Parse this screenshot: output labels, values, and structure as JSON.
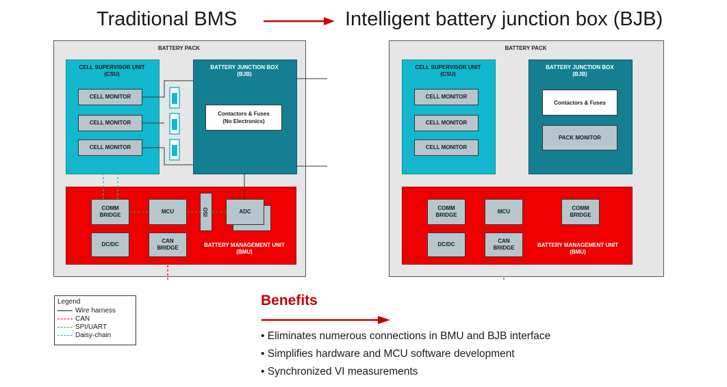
{
  "header": {
    "left_title": "Traditional BMS",
    "right_title": "Intelligent battery junction box (BJB)",
    "arrow_color": "#d00000"
  },
  "left_diagram": {
    "pack_label": "BATTERY PACK",
    "csu_title": "CELL SUPERVISOR UNIT\n(CSU)",
    "bjb_title": "BATTERY JUNCTION BOX\n(BJB)",
    "cell_monitors": [
      "CELL MONITOR",
      "CELL MONITOR",
      "CELL MONITOR"
    ],
    "bjb_box": "Contactors & Fuses\n(No Electronics)",
    "comm_bridge": "COMM\nBRIDGE",
    "mcu": "MCU",
    "iso": "ISO",
    "adc": "ADC",
    "dcdc": "DC/DC",
    "can_bridge": "CAN\nBRIDGE",
    "bmu_label": "BATTERY MANAGEMENT UNIT\n(BMU)"
  },
  "right_diagram": {
    "pack_label": "BATTERY PACK",
    "csu_title": "CELL SUPERVISOR UNIT\n(CSU)",
    "bjb_title": "BATTERY JUNCTION BOX\n(BJB)",
    "cell_monitors": [
      "CELL MONITOR",
      "CELL MONITOR",
      "CELL MONITOR"
    ],
    "contactors": "Contactors & Fuses",
    "pack_monitor": "PACK MONITOR",
    "comm_bridge_left": "COMM\nBRIDGE",
    "mcu": "MCU",
    "comm_bridge_right": "COMM\nBRIDGE",
    "dcdc": "DC/DC",
    "can_bridge": "CAN\nBRIDGE",
    "bmu_label": "BATTERY MANAGEMENT UNIT\n(BMU)"
  },
  "legend": {
    "title": "Legend",
    "items": [
      {
        "label": "Wire harness",
        "color": "#1a1a1a",
        "style": "solid"
      },
      {
        "label": "CAN",
        "color": "#e00000",
        "style": "dashed"
      },
      {
        "label": "SPI/UART",
        "color": "#2e9e3e",
        "style": "dashed"
      },
      {
        "label": "Daisy-chain",
        "color": "#13b8cf",
        "style": "dashed"
      }
    ]
  },
  "benefits": {
    "title": "Benefits",
    "items": [
      "• Eliminates numerous connections in BMU and BJB interface",
      "• Simplifies hardware and MCU software development",
      "• Synchronized VI measurements"
    ]
  },
  "colors": {
    "csu": "#13b8cf",
    "bjb": "#137f91",
    "bmu": "#ef0000",
    "pack": "#e6e6e6",
    "block": "#b7c6cd"
  }
}
